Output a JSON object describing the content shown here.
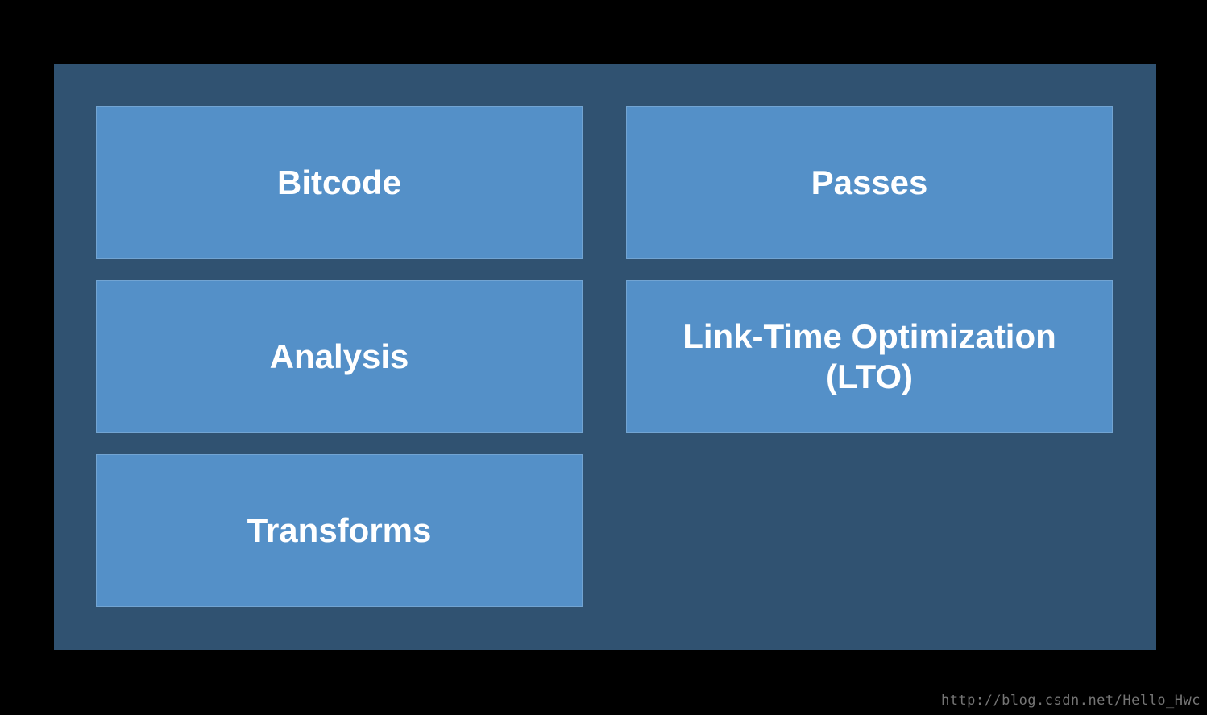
{
  "diagram": {
    "left_column": [
      {
        "label": "Bitcode"
      },
      {
        "label": "Analysis"
      },
      {
        "label": "Transforms"
      }
    ],
    "right_column": [
      {
        "label": "Passes"
      },
      {
        "label": "Link-Time Optimization (LTO)",
        "line1": "Link-Time Optimization",
        "line2": "(LTO)"
      }
    ]
  },
  "watermark": "http://blog.csdn.net/Hello_Hwc",
  "colors": {
    "outer_bg": "#000000",
    "panel_bg": "#305271",
    "box_bg": "#5490C8",
    "box_border": "rgba(255,255,255,0.18)",
    "label_text": "#FFFFFF",
    "watermark_text": "#757575"
  }
}
